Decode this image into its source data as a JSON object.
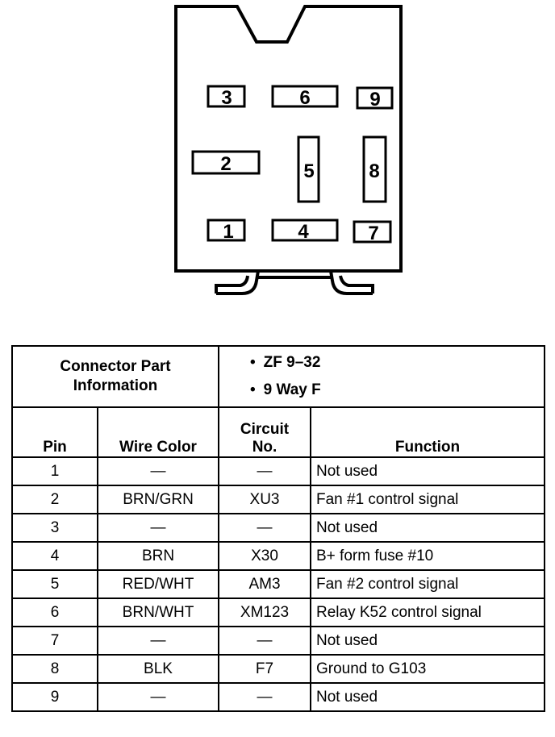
{
  "connector": {
    "pins": [
      {
        "id": "3",
        "label": "3"
      },
      {
        "id": "6",
        "label": "6"
      },
      {
        "id": "9",
        "label": "9"
      },
      {
        "id": "2",
        "label": "2"
      },
      {
        "id": "5",
        "label": "5"
      },
      {
        "id": "8",
        "label": "8"
      },
      {
        "id": "1",
        "label": "1"
      },
      {
        "id": "4",
        "label": "4"
      },
      {
        "id": "7",
        "label": "7"
      }
    ]
  },
  "table": {
    "part_info_label_line1": "Connector Part",
    "part_info_label_line2": "Information",
    "part_info": [
      "ZF 9–32",
      "9 Way F"
    ],
    "headers": {
      "pin": "Pin",
      "wire_color": "Wire Color",
      "circuit_line1": "Circuit",
      "circuit_line2": "No.",
      "function": "Function"
    },
    "rows": [
      {
        "pin": "1",
        "wire": "—",
        "circuit": "—",
        "function": "Not used"
      },
      {
        "pin": "2",
        "wire": "BRN/GRN",
        "circuit": "XU3",
        "function": "Fan #1 control signal"
      },
      {
        "pin": "3",
        "wire": "—",
        "circuit": "—",
        "function": "Not used"
      },
      {
        "pin": "4",
        "wire": "BRN",
        "circuit": "X30",
        "function": "B+ form fuse #10"
      },
      {
        "pin": "5",
        "wire": "RED/WHT",
        "circuit": "AM3",
        "function": "Fan #2 control signal"
      },
      {
        "pin": "6",
        "wire": "BRN/WHT",
        "circuit": "XM123",
        "function": "Relay K52 control signal"
      },
      {
        "pin": "7",
        "wire": "—",
        "circuit": "—",
        "function": "Not used"
      },
      {
        "pin": "8",
        "wire": "BLK",
        "circuit": "F7",
        "function": "Ground to G103"
      },
      {
        "pin": "9",
        "wire": "—",
        "circuit": "—",
        "function": "Not used"
      }
    ]
  }
}
